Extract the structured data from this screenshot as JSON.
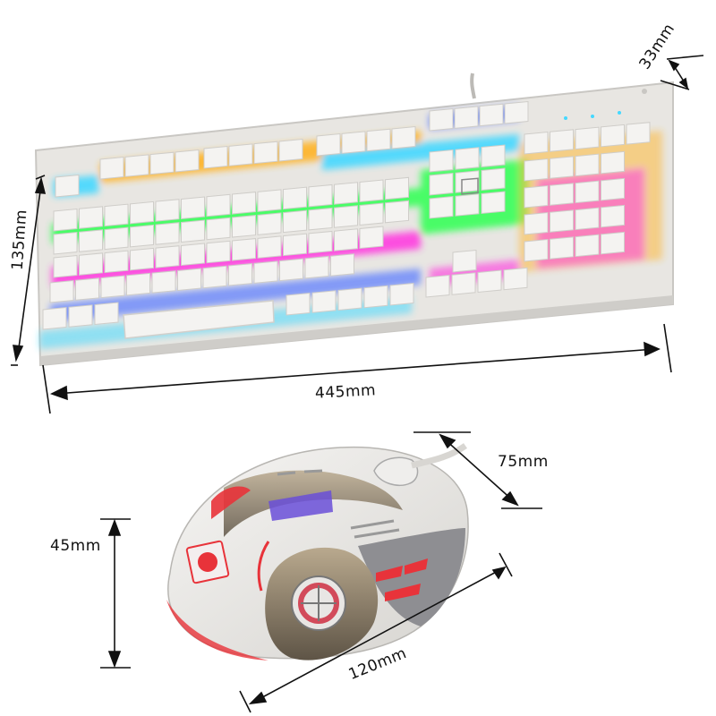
{
  "dimensions": {
    "keyboard_width": "445mm",
    "keyboard_depth": "135mm",
    "keyboard_height": "33mm",
    "mouse_width": "75mm",
    "mouse_height": "45mm",
    "mouse_length": "120mm"
  },
  "colors": {
    "body": "#eceae6",
    "key": "#f4f3f1",
    "glow_cyan": "#44d8ff",
    "glow_orange": "#ffb428",
    "glow_green": "#38ff5a",
    "glow_magenta": "#ff3ce0",
    "glow_blue": "#5a7cff",
    "mouse_red": "#e8333a",
    "mouse_gold": "#8a7a64"
  }
}
